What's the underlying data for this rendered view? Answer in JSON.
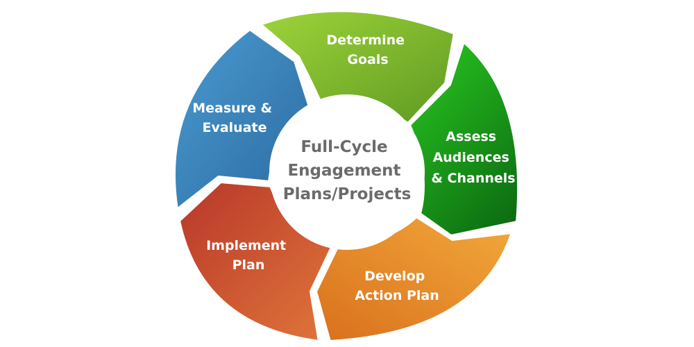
{
  "diagram": {
    "center": {
      "lines": [
        "Full-Cycle",
        "Engagement",
        "Plans/Projects"
      ]
    },
    "segments": [
      {
        "id": "determine-goals",
        "lines": [
          "Determine",
          "Goals"
        ],
        "color_light": "#9ed43a",
        "color_dark": "#5f9a22"
      },
      {
        "id": "assess-audiences-channels",
        "lines": [
          "Assess",
          "Audiences",
          "& Channels"
        ],
        "color_light": "#27c21f",
        "color_dark": "#0d6d12"
      },
      {
        "id": "develop-action-plan",
        "lines": [
          "Develop",
          "Action Plan"
        ],
        "color_light": "#f2a93c",
        "color_dark": "#d9701c"
      },
      {
        "id": "implement-plan",
        "lines": [
          "Implement",
          "Plan"
        ],
        "color_light": "#e0763a",
        "color_dark": "#b8372a"
      },
      {
        "id": "measure-evaluate",
        "lines": [
          "Measure &",
          "Evaluate"
        ],
        "color_light": "#4b9bd1",
        "color_dark": "#2a6aa0"
      }
    ]
  }
}
